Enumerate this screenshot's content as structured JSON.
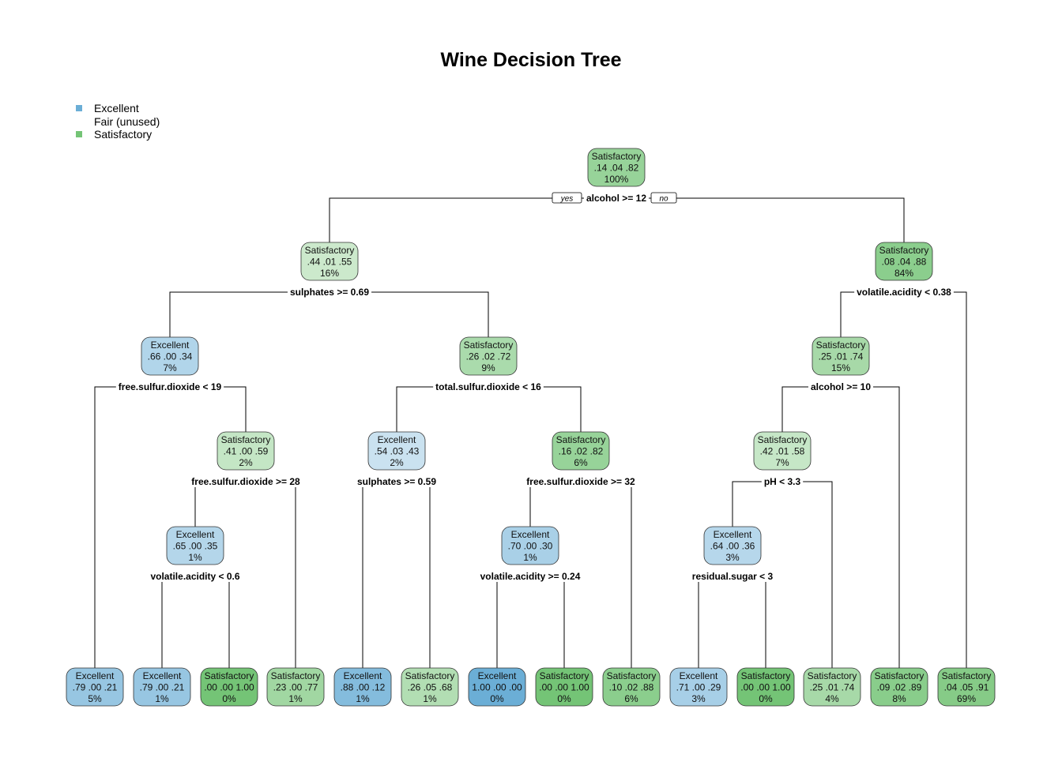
{
  "title": "Wine Decision Tree",
  "legend": [
    {
      "label": "Excellent",
      "color": "#6baed6"
    },
    {
      "label": "Fair (unused)",
      "color": ""
    },
    {
      "label": "Satisfactory",
      "color": "#74c476"
    }
  ],
  "yes_label": "yes",
  "no_label": "no",
  "colors": {
    "excellent": "#6baed6",
    "satisfactory": "#74c476"
  },
  "tree": {
    "nodes": [
      {
        "id": 1,
        "parent": null,
        "cls": "Satisfactory",
        "probs": [
          0.14,
          0.04,
          0.82
        ],
        "probs_text": ".14  .04  .82",
        "pct": "100%",
        "split": "alcohol >= 12"
      },
      {
        "id": 2,
        "parent": 1,
        "cls": "Satisfactory",
        "probs": [
          0.44,
          0.01,
          0.55
        ],
        "probs_text": ".44  .01  .55",
        "pct": "16%",
        "split": "sulphates >= 0.69"
      },
      {
        "id": 3,
        "parent": 1,
        "cls": "Satisfactory",
        "probs": [
          0.08,
          0.04,
          0.88
        ],
        "probs_text": ".08  .04  .88",
        "pct": "84%",
        "split": "volatile.acidity < 0.38"
      },
      {
        "id": 4,
        "parent": 2,
        "cls": "Excellent",
        "probs": [
          0.66,
          0.0,
          0.34
        ],
        "probs_text": ".66  .00  .34",
        "pct": "7%",
        "split": "free.sulfur.dioxide < 19"
      },
      {
        "id": 5,
        "parent": 2,
        "cls": "Satisfactory",
        "probs": [
          0.26,
          0.02,
          0.72
        ],
        "probs_text": ".26  .02  .72",
        "pct": "9%",
        "split": "total.sulfur.dioxide < 16"
      },
      {
        "id": 6,
        "parent": 3,
        "cls": "Satisfactory",
        "probs": [
          0.25,
          0.01,
          0.74
        ],
        "probs_text": ".25  .01  .74",
        "pct": "15%",
        "split": "alcohol >= 10"
      },
      {
        "id": 7,
        "parent": 4,
        "cls": "Satisfactory",
        "probs": [
          0.41,
          0.0,
          0.59
        ],
        "probs_text": ".41  .00  .59",
        "pct": "2%",
        "split": "free.sulfur.dioxide >= 28"
      },
      {
        "id": 8,
        "parent": 5,
        "cls": "Excellent",
        "probs": [
          0.54,
          0.03,
          0.43
        ],
        "probs_text": ".54  .03  .43",
        "pct": "2%",
        "split": "sulphates >= 0.59"
      },
      {
        "id": 9,
        "parent": 5,
        "cls": "Satisfactory",
        "probs": [
          0.16,
          0.02,
          0.82
        ],
        "probs_text": ".16  .02  .82",
        "pct": "6%",
        "split": "free.sulfur.dioxide >= 32"
      },
      {
        "id": 10,
        "parent": 6,
        "cls": "Satisfactory",
        "probs": [
          0.42,
          0.01,
          0.58
        ],
        "probs_text": ".42  .01  .58",
        "pct": "7%",
        "split": "pH < 3.3"
      },
      {
        "id": 11,
        "parent": 7,
        "cls": "Excellent",
        "probs": [
          0.65,
          0.0,
          0.35
        ],
        "probs_text": ".65  .00  .35",
        "pct": "1%",
        "split": "volatile.acidity < 0.6"
      },
      {
        "id": 12,
        "parent": 9,
        "cls": "Excellent",
        "probs": [
          0.7,
          0.0,
          0.3
        ],
        "probs_text": ".70  .00  .30",
        "pct": "1%",
        "split": "volatile.acidity >= 0.24"
      },
      {
        "id": 13,
        "parent": 10,
        "cls": "Excellent",
        "probs": [
          0.64,
          0.0,
          0.36
        ],
        "probs_text": ".64  .00  .36",
        "pct": "3%",
        "split": "residual.sugar < 3"
      },
      {
        "id": 14,
        "parent": 4,
        "cls": "Excellent",
        "probs": [
          0.79,
          0.0,
          0.21
        ],
        "probs_text": ".79  .00  .21",
        "pct": "5%",
        "split": ""
      },
      {
        "id": 15,
        "parent": 11,
        "cls": "Excellent",
        "probs": [
          0.79,
          0.0,
          0.21
        ],
        "probs_text": ".79  .00  .21",
        "pct": "1%",
        "split": ""
      },
      {
        "id": 16,
        "parent": 11,
        "cls": "Satisfactory",
        "probs": [
          0.0,
          0.0,
          1.0
        ],
        "probs_text": ".00  .00  1.00",
        "pct": "0%",
        "split": ""
      },
      {
        "id": 17,
        "parent": 7,
        "cls": "Satisfactory",
        "probs": [
          0.23,
          0.0,
          0.77
        ],
        "probs_text": ".23  .00  .77",
        "pct": "1%",
        "split": ""
      },
      {
        "id": 18,
        "parent": 8,
        "cls": "Excellent",
        "probs": [
          0.88,
          0.0,
          0.12
        ],
        "probs_text": ".88  .00  .12",
        "pct": "1%",
        "split": ""
      },
      {
        "id": 19,
        "parent": 8,
        "cls": "Satisfactory",
        "probs": [
          0.26,
          0.05,
          0.68
        ],
        "probs_text": ".26  .05  .68",
        "pct": "1%",
        "split": ""
      },
      {
        "id": 20,
        "parent": 12,
        "cls": "Excellent",
        "probs": [
          1.0,
          0.0,
          0.0
        ],
        "probs_text": "1.00  .00  .00",
        "pct": "0%",
        "split": ""
      },
      {
        "id": 21,
        "parent": 12,
        "cls": "Satisfactory",
        "probs": [
          0.0,
          0.0,
          1.0
        ],
        "probs_text": ".00  .00  1.00",
        "pct": "0%",
        "split": ""
      },
      {
        "id": 22,
        "parent": 9,
        "cls": "Satisfactory",
        "probs": [
          0.1,
          0.02,
          0.88
        ],
        "probs_text": ".10  .02  .88",
        "pct": "6%",
        "split": ""
      },
      {
        "id": 23,
        "parent": 13,
        "cls": "Excellent",
        "probs": [
          0.71,
          0.0,
          0.29
        ],
        "probs_text": ".71  .00  .29",
        "pct": "3%",
        "split": ""
      },
      {
        "id": 24,
        "parent": 13,
        "cls": "Satisfactory",
        "probs": [
          0.0,
          0.0,
          1.0
        ],
        "probs_text": ".00  .00  1.00",
        "pct": "0%",
        "split": ""
      },
      {
        "id": 25,
        "parent": 10,
        "cls": "Satisfactory",
        "probs": [
          0.25,
          0.01,
          0.74
        ],
        "probs_text": ".25  .01  .74",
        "pct": "4%",
        "split": ""
      },
      {
        "id": 26,
        "parent": 6,
        "cls": "Satisfactory",
        "probs": [
          0.09,
          0.02,
          0.89
        ],
        "probs_text": ".09  .02  .89",
        "pct": "8%",
        "split": ""
      },
      {
        "id": 27,
        "parent": 3,
        "cls": "Satisfactory",
        "probs": [
          0.04,
          0.05,
          0.91
        ],
        "probs_text": ".04  .05  .91",
        "pct": "69%",
        "split": ""
      }
    ]
  }
}
